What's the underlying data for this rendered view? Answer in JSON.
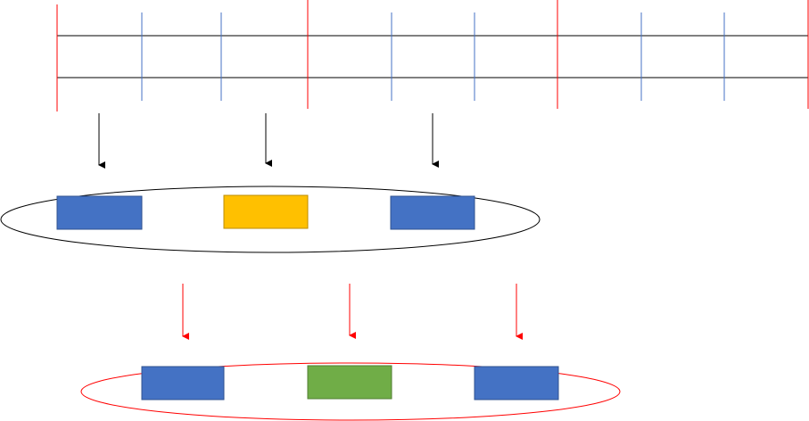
{
  "colors": {
    "black": "#000000",
    "red": "#ff0000",
    "blue_line": "#4472c4",
    "blue_box": "#4472c4",
    "yellow_box": "#ffc000",
    "green_box": "#70ad47"
  },
  "timeline": {
    "rows": 2,
    "segments": 3,
    "subdivisions_per_segment": 3
  },
  "ellipse_top": {
    "stroke": "black",
    "boxes": [
      "blue",
      "yellow",
      "blue"
    ]
  },
  "ellipse_bottom": {
    "stroke": "red",
    "boxes": [
      "blue",
      "green",
      "blue"
    ]
  },
  "arrows": {
    "black_count": 3,
    "red_count": 3
  }
}
